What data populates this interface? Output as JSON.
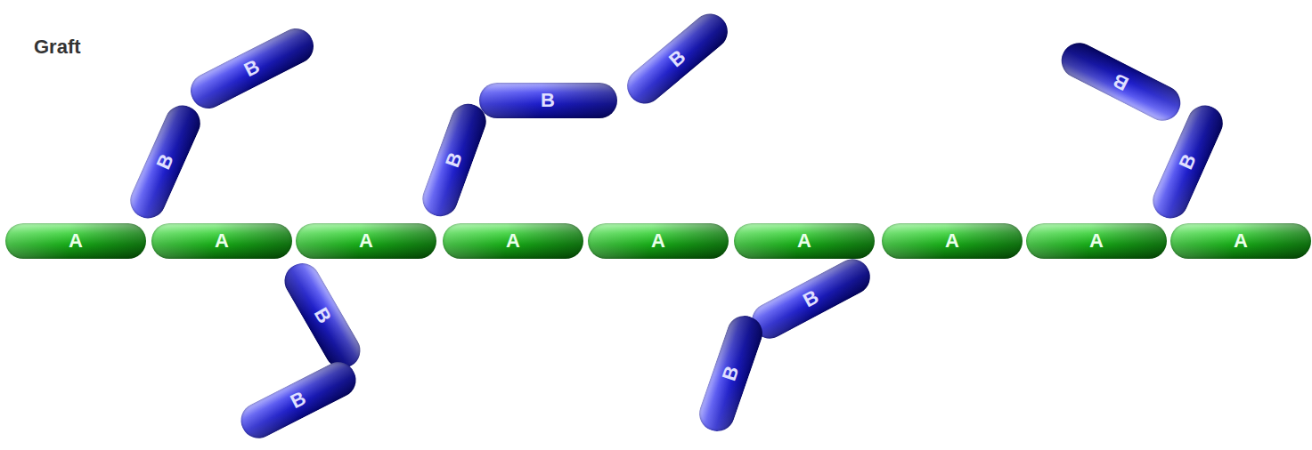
{
  "diagram": {
    "title": "Graft",
    "nodes": [
      {
        "text": [
          "A"
        ]
      },
      {
        "text": [
          "A"
        ]
      },
      {
        "text": [
          "A"
        ]
      },
      {
        "text": [
          "A"
        ]
      },
      {
        "text": [
          "A"
        ]
      },
      {
        "text": [
          "A"
        ]
      },
      {
        "text": [
          "A"
        ]
      },
      {
        "text": [
          "A"
        ]
      },
      {
        "text": [
          "A"
        ]
      },
      {
        "text": [
          "B"
        ]
      },
      {
        "text": [
          "B"
        ]
      },
      {
        "text": [
          "B"
        ]
      },
      {
        "text": [
          "B"
        ]
      },
      {
        "text": [
          "B"
        ]
      },
      {
        "text": [
          "B"
        ]
      },
      {
        "text": [
          "B"
        ]
      },
      {
        "text": [
          "B"
        ]
      },
      {
        "text": [
          "B"
        ]
      },
      {
        "text": [
          "B"
        ]
      },
      {
        "text": [
          "B"
        ]
      }
    ]
  }
}
